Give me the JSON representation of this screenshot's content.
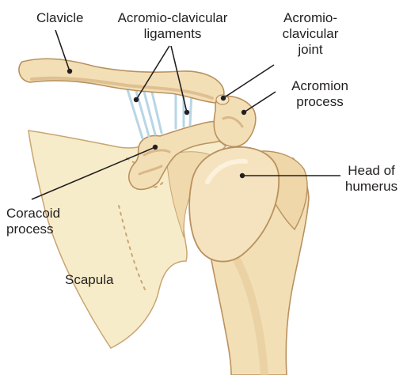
{
  "labels": {
    "clavicle": [
      "Clavicle"
    ],
    "ac_ligaments": [
      "Acromio-clavicular",
      "ligaments"
    ],
    "ac_joint": [
      "Acromio-",
      "clavicular",
      "joint"
    ],
    "acromion": [
      "Acromion",
      "process"
    ],
    "head_humerus": [
      "Head of",
      "humerus"
    ],
    "coracoid": [
      "Coracoid",
      "process"
    ],
    "scapula": [
      "Scapula"
    ]
  },
  "colors": {
    "bone_fill": "#f3dfb6",
    "bone_shade": "#d9b88a",
    "bone_outline": "#b9915e",
    "scapula_fill": "#f7ecc9",
    "ligament": "#b7d6e6",
    "leader": "#231f20"
  }
}
